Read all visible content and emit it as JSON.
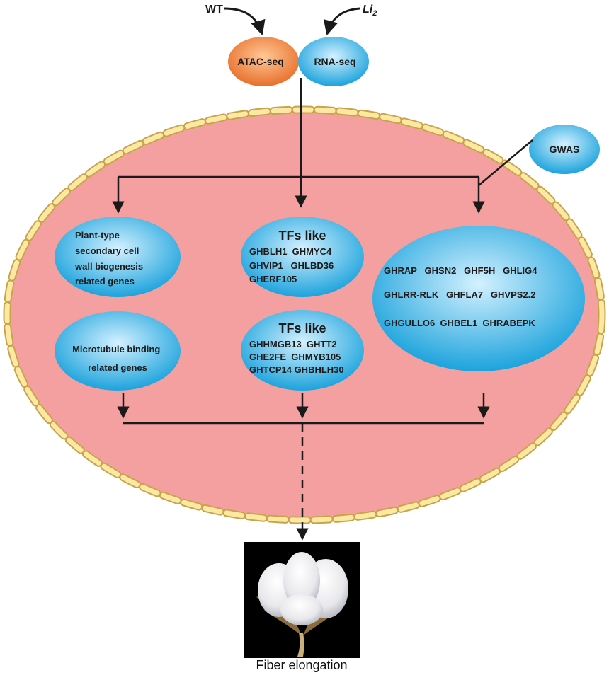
{
  "inputs": {
    "wt": "WT",
    "li2_base": "Li",
    "li2_sub": "2"
  },
  "assays": {
    "atac": "ATAC-seq",
    "rna": "RNA-seq"
  },
  "gwas": "GWAS",
  "left_group": {
    "cell_wall": [
      "Plant-type",
      "secondary cell",
      "wall biogenesis",
      "related genes"
    ],
    "microtubule": [
      "Microtubule binding",
      "related genes"
    ]
  },
  "tf_group_1": {
    "title": "TFs like",
    "lines": [
      "GHBLH1  GHMYC4",
      "GHVIP1   GHLBD36",
      "GHERF105"
    ]
  },
  "tf_group_2": {
    "title": "TFs like",
    "lines": [
      "GHHMGB13  GHTT2",
      "GHE2FE  GHMYB105",
      "GHTCP14 GHBHLH30"
    ]
  },
  "gwas_genes": {
    "lines": [
      "GHRAP   GHSN2   GHF5H   GHLIG4",
      "GHLRR-RLK   GHFLA7   GHVPS2.2",
      "GHGULLO6  GHBEL1  GHRABEPK"
    ]
  },
  "output_caption": "Fiber elongation",
  "colors": {
    "cell_fill": "#f4a0a0",
    "membrane": "#f7e08a",
    "blue_light": "#cfefff",
    "blue_dark": "#1ca3dc",
    "orange_light": "#ffc08a",
    "orange_dark": "#e8702c"
  }
}
